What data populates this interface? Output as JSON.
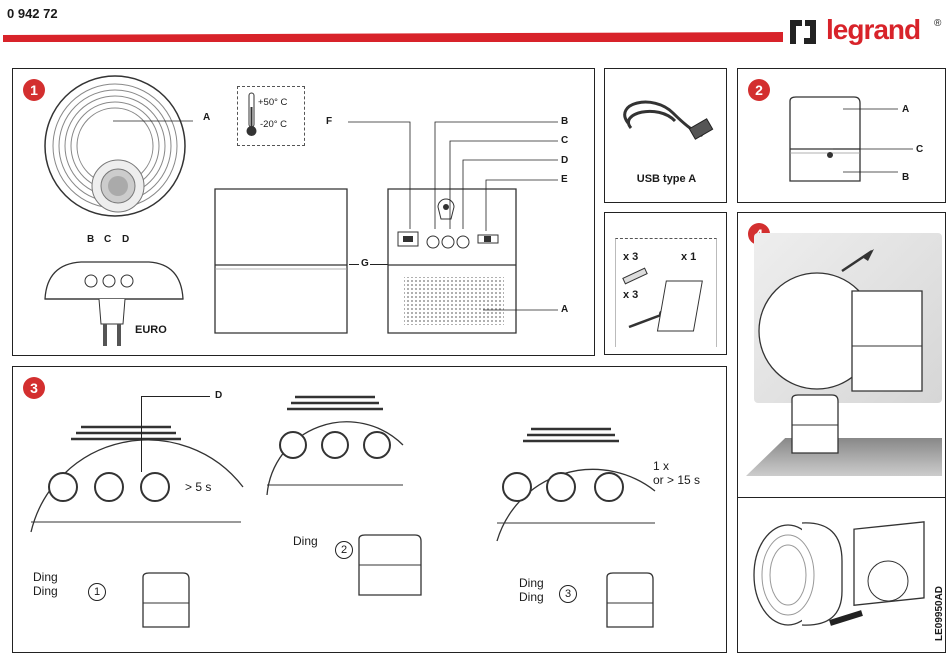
{
  "header": {
    "product_code": "0 942 72",
    "brand": "legrand",
    "registered_mark": "®",
    "brand_color": "#d8232a"
  },
  "panel1": {
    "number": "1",
    "label_A": "A",
    "label_B": "B",
    "label_C": "C",
    "label_D": "D",
    "label_E": "E",
    "label_F": "F",
    "label_G": "G",
    "label_A2": "A",
    "temp_high": "+50° C",
    "temp_low": "-20° C",
    "plug_type": "EURO"
  },
  "usb_panel": {
    "caption": "USB type A"
  },
  "kit_panel": {
    "screws_count": "x 3",
    "plugs_count": "x 3",
    "adhesive_count": "x 1"
  },
  "panel2": {
    "number": "2",
    "label_A": "A",
    "label_C": "C",
    "label_B": "B"
  },
  "panel3": {
    "number": "3",
    "label_D": "D",
    "hold_time": "> 5 s",
    "press_info": "1 x\nor > 15 s",
    "ding1": "Ding\nDing",
    "ding2": "Ding",
    "ding3": "Ding\nDing",
    "step1": "1",
    "step2": "2",
    "step3": "3"
  },
  "panel4": {
    "number": "4"
  },
  "footer": {
    "doc_code": "LE09950AD"
  }
}
